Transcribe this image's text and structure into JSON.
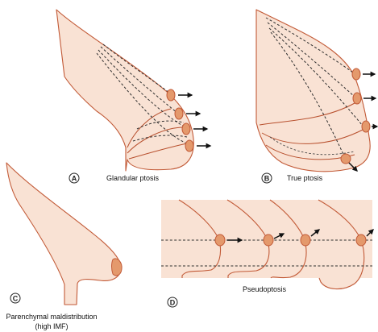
{
  "panels": {
    "a": {
      "badge": "A",
      "caption": "Glandular ptosis"
    },
    "b": {
      "badge": "B",
      "caption": "True ptosis"
    },
    "c": {
      "badge": "C",
      "caption_line1": "Parenchymal maldistribution",
      "caption_line2": "(high IMF)"
    },
    "d": {
      "badge": "D",
      "caption": "Pseudoptosis"
    }
  },
  "colors": {
    "skin": "#f9e2d4",
    "outline": "#c25a37",
    "areola": "#e4996c",
    "arrow": "#111111"
  }
}
